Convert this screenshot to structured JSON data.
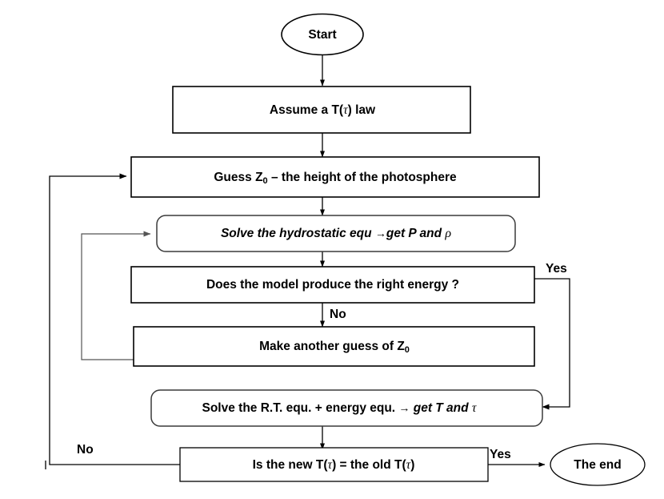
{
  "diagram": {
    "title": "Stellar atmosphere model iteration flowchart",
    "background_color": "#ffffff",
    "line_color": "#000000",
    "nodes": {
      "start": {
        "label": "Start",
        "shape": "ellipse"
      },
      "assume_law": {
        "label": "Assume a T(τ) law",
        "label_pre": "Assume a T(",
        "label_greek": "τ",
        "label_post": ") law",
        "shape": "rectangle"
      },
      "guess_z0": {
        "label": "Guess Z0 – the height of the photosphere",
        "label_pre": "Guess Z",
        "label_sub": "0",
        "label_post": " – the height of the photosphere",
        "shape": "rectangle"
      },
      "hydrostatic": {
        "label": "Solve the hydrostatic equ →get P and ρ",
        "label_pre": "Solve the hydrostatic equ ",
        "label_arrow": "→",
        "label_mid": "get P and ",
        "label_greek": "ρ",
        "shape": "rounded-rectangle",
        "style": "italic"
      },
      "decision_energy": {
        "label": "Does the model produce the right energy ?",
        "shape": "rectangle"
      },
      "another_guess": {
        "label": "Make another guess of Z0",
        "label_pre": "Make another guess of Z",
        "label_sub": "0",
        "shape": "rectangle"
      },
      "solve_rt": {
        "label": "Solve the R.T. equ. + energy equ. → get T and τ",
        "label_pre": "Solve the R.T. equ. + energy equ. ",
        "label_arrow": "→",
        "label_italic": " get T and ",
        "label_greek": "τ",
        "shape": "rounded-rectangle"
      },
      "decision_converged": {
        "label": "Is the new T(τ) = the old T(τ)",
        "label_a": "Is the new T(",
        "label_greek1": "τ",
        "label_b": ") = the old T(",
        "label_greek2": "τ",
        "label_c": ")",
        "shape": "rectangle"
      },
      "end": {
        "label": "The end",
        "shape": "ellipse"
      }
    },
    "edge_labels": {
      "energy_yes": "Yes",
      "energy_no": "No",
      "converged_yes": "Yes",
      "converged_no": "No"
    }
  }
}
